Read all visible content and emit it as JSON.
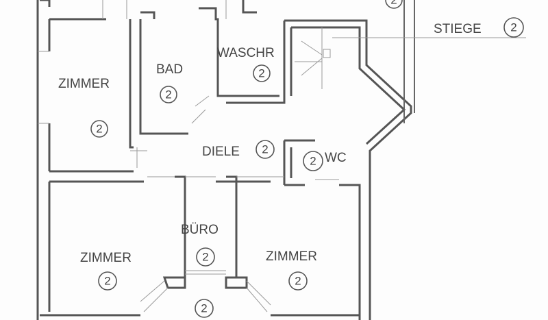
{
  "rooms": {
    "zimmer_top_left": {
      "label": "ZIMMER",
      "number": "2"
    },
    "bad": {
      "label": "BAD",
      "number": "2"
    },
    "waschr": {
      "label": "WASCHR",
      "number": "2"
    },
    "stiege": {
      "label": "STIEGE",
      "number": "2"
    },
    "diele": {
      "label": "DIELE",
      "number": "2"
    },
    "wc": {
      "label": "WC",
      "number": "2"
    },
    "zimmer_bottom_left": {
      "label": "ZIMMER",
      "number": "2"
    },
    "buero": {
      "label": "BÜRO",
      "number": "2"
    },
    "zimmer_bottom_right": {
      "label": "ZIMMER",
      "number": "2"
    },
    "erker": {
      "number": "2"
    },
    "top_room": {
      "number": "2"
    }
  }
}
